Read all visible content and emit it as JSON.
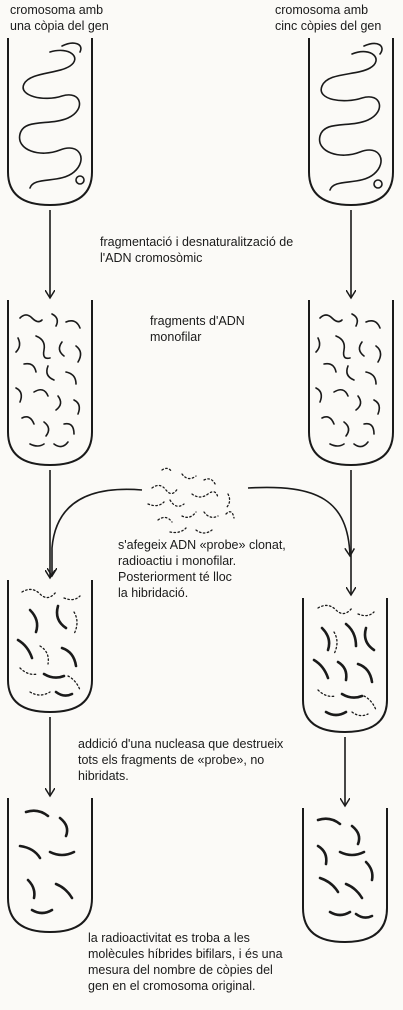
{
  "labels": {
    "left_title": "cromosoma amb\nuna còpia del gen",
    "right_title": "cromosoma amb\ncinc còpies del gen",
    "step_fragmentation": "fragmentació i desnaturalització de\nl'ADN cromosòmic",
    "step_fragments": "fragments d'ADN\nmonofilar",
    "step_probe": "s'afegeix ADN «probe» clonat,\nradioactiu i monofilar.\nPosteriorment té lloc\nla hibridació.",
    "step_nuclease": "addició d'una nucleasa que destrueix\ntots els fragments de «probe», no\nhibridats.",
    "step_result": "la radioactivitat es troba a les\nmolècules híbrides bifilars, i és una\nmesura del nombre de còpies del\ngen en el cromosoma original."
  }
}
